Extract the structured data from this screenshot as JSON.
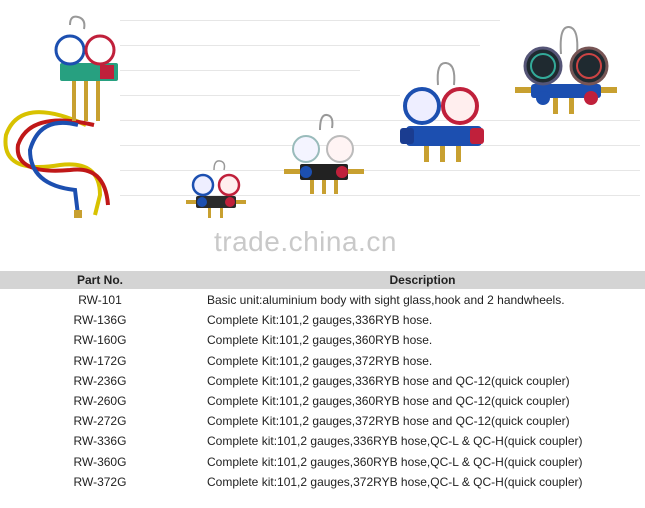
{
  "watermark": "trade.china.cn",
  "table": {
    "headers": {
      "part": "Part No.",
      "description": "Description"
    },
    "rows": [
      {
        "part": "RW-101",
        "description": "Basic unit:aluminium body with sight glass,hook and 2 handwheels."
      },
      {
        "part": "RW-136G",
        "description": "Complete Kit:101,2 gauges,336RYB hose."
      },
      {
        "part": "RW-160G",
        "description": "Complete Kit:101,2 gauges,360RYB hose."
      },
      {
        "part": "RW-172G",
        "description": "Complete Kit:101,2 gauges,372RYB hose."
      },
      {
        "part": "RW-236G",
        "description": "Complete Kit:101,2 gauges,336RYB hose and QC-12(quick coupler)"
      },
      {
        "part": "RW-260G",
        "description": "Complete Kit:101,2 gauges,360RYB hose and QC-12(quick coupler)"
      },
      {
        "part": "RW-272G",
        "description": "Complete Kit:101,2 gauges,372RYB hose and QC-12(quick coupler)"
      },
      {
        "part": "RW-336G",
        "description": "Complete kit:101,2 gauges,336RYB hose,QC-L & QC-H(quick coupler)"
      },
      {
        "part": "RW-360G",
        "description": "Complete kit:101,2 gauges,360RYB hose,QC-L & QC-H(quick coupler)"
      },
      {
        "part": "RW-372G",
        "description": "Complete kit:101,2 gauges,372RYB hose,QC-L & QC-H(quick coupler)"
      }
    ]
  }
}
